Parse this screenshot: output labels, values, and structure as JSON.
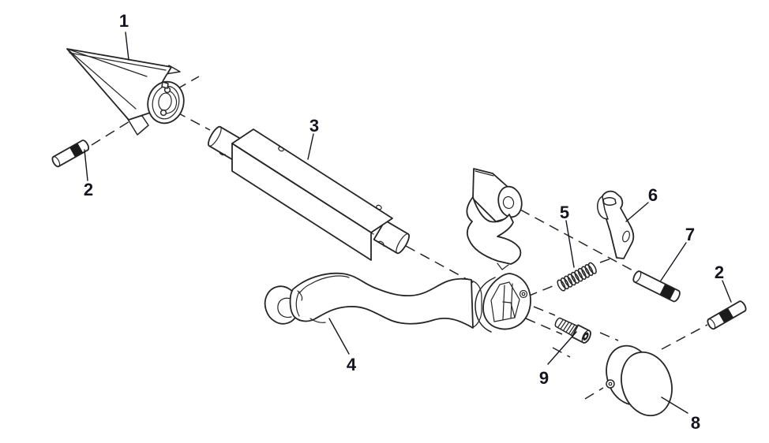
{
  "diagram": {
    "type": "exploded-parts-diagram",
    "colors": {
      "background": "#ffffff",
      "line": "#262626",
      "label": "#15151f",
      "dark": "#1b1b1b"
    },
    "labels": [
      {
        "text": "1",
        "part": "reamer-cone-head"
      },
      {
        "text": "2",
        "part": "roll-pin-left"
      },
      {
        "text": "3",
        "part": "square-drive-bar"
      },
      {
        "text": "4",
        "part": "handle-arm"
      },
      {
        "text": "5",
        "part": "spring"
      },
      {
        "text": "6",
        "part": "pawl-lever"
      },
      {
        "text": "7",
        "part": "pivot-pin"
      },
      {
        "text": "2",
        "part": "roll-pin-right"
      },
      {
        "text": "8",
        "part": "knob"
      },
      {
        "text": "9",
        "part": "socket-head-screw"
      }
    ]
  }
}
